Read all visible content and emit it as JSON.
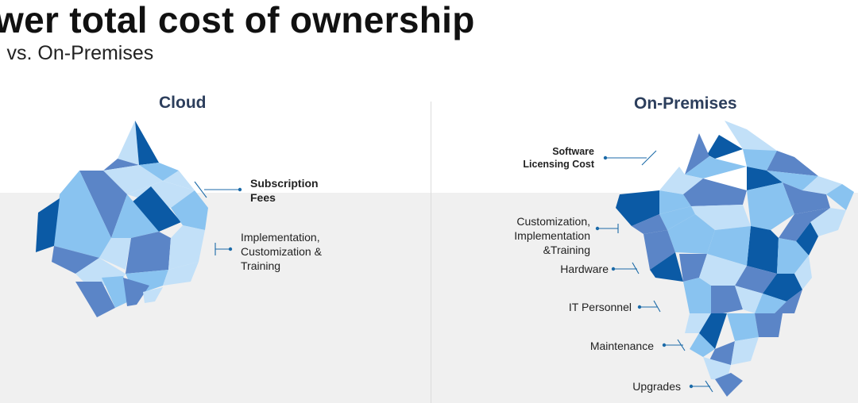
{
  "header": {
    "title": "wer total cost of ownership",
    "subtitle": "l vs. On-Premises"
  },
  "cloud": {
    "heading": "Cloud",
    "labels": {
      "subscription": "Subscription\nFees",
      "implementation": "Implementation,\nCustomization &\nTraining"
    }
  },
  "onprem": {
    "heading": "On-Premises",
    "labels": {
      "software": "Software\nLicensing Cost",
      "customization": "Customization,\nImplementation\n&Training",
      "hardware": "Hardware",
      "it_personnel": "IT Personnel",
      "maintenance": "Maintenance",
      "upgrades": "Upgrades"
    }
  },
  "colors": {
    "dark": "#0b5aa5",
    "mid": "#5b85c7",
    "light": "#89c3f0",
    "pale": "#c2e0f8",
    "connector": "#1b6aa8",
    "water": "#f0f0f0"
  }
}
